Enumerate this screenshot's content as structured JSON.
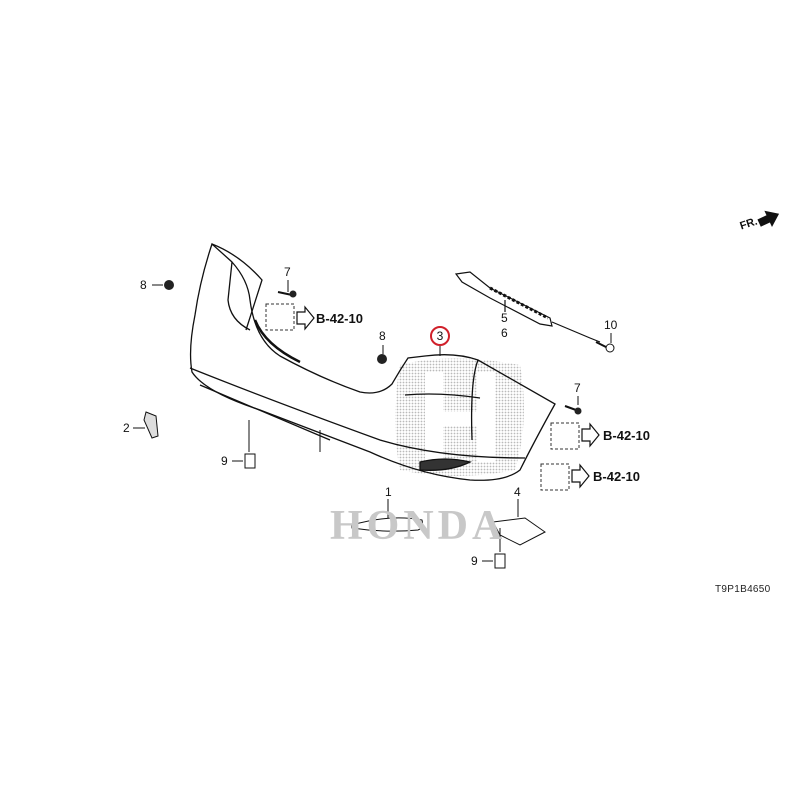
{
  "diagram": {
    "orientation_label": "FR.",
    "diagram_code": "T9P1B4650",
    "watermark": "HONDA",
    "highlight_color": "#d0202a",
    "callouts": [
      {
        "id": "8a",
        "text": "8"
      },
      {
        "id": "7a",
        "text": "7"
      },
      {
        "id": "8b",
        "text": "8"
      },
      {
        "id": "3",
        "text": "3"
      },
      {
        "id": "5",
        "text": "5"
      },
      {
        "id": "6",
        "text": "6"
      },
      {
        "id": "10",
        "text": "10"
      },
      {
        "id": "7b",
        "text": "7"
      },
      {
        "id": "2",
        "text": "2"
      },
      {
        "id": "9a",
        "text": "9"
      },
      {
        "id": "1",
        "text": "1"
      },
      {
        "id": "4",
        "text": "4"
      },
      {
        "id": "9b",
        "text": "9"
      }
    ],
    "references": [
      "B-42-10",
      "B-42-10",
      "B-42-10"
    ]
  }
}
